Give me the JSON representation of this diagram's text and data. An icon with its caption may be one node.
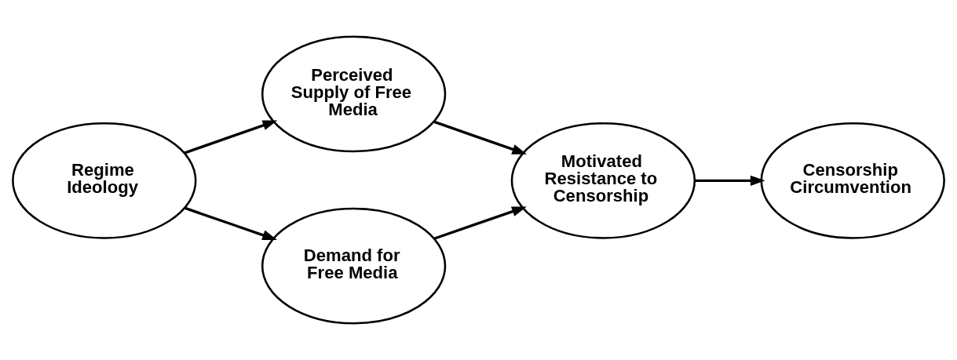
{
  "diagram": {
    "nodes": [
      {
        "text": [
          "Regime Ideology"
        ]
      },
      {
        "text": [
          "Perceived Supply of Free Media"
        ]
      },
      {
        "text": [
          "Demand for Free Media"
        ]
      },
      {
        "text": [
          "Motivated Resistance to Censorship"
        ]
      },
      {
        "text": [
          "Censorship Circumvention"
        ]
      }
    ],
    "edges": [
      {
        "from": 0,
        "to": 1,
        "arrow": "to"
      },
      {
        "from": 0,
        "to": 2,
        "arrow": "to"
      },
      {
        "from": 1,
        "to": 3,
        "arrow": "to"
      },
      {
        "from": 2,
        "to": 3,
        "arrow": "to"
      },
      {
        "from": 3,
        "to": 4,
        "arrow": "to"
      }
    ]
  }
}
